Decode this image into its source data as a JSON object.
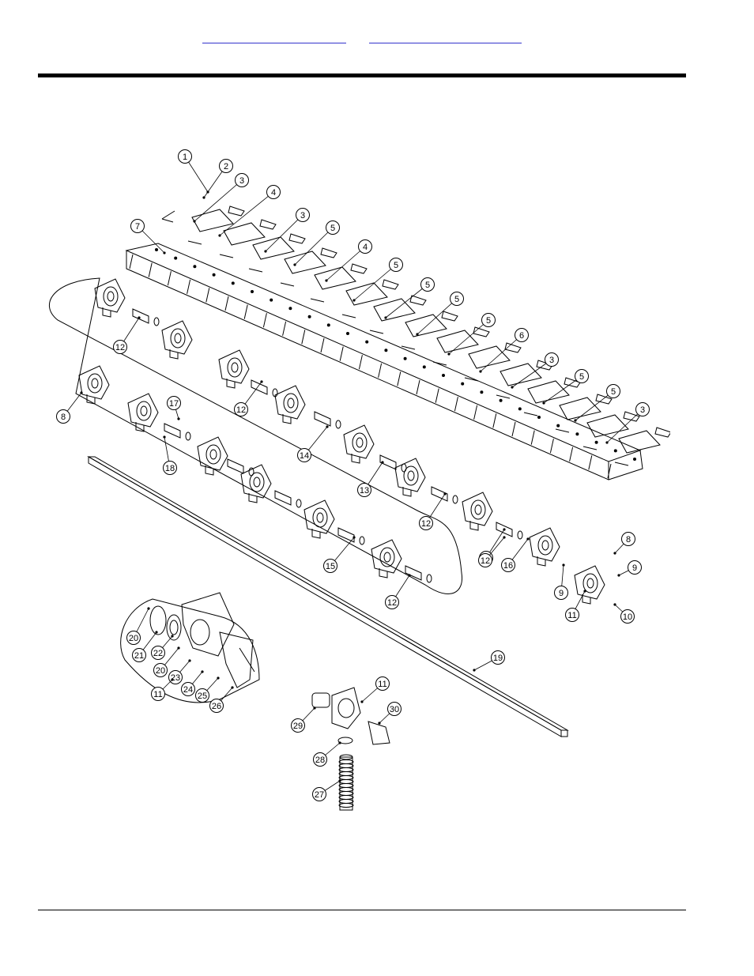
{
  "header": {
    "links": [
      {
        "label": ""
      },
      {
        "label": ""
      }
    ]
  },
  "diagram": {
    "callouts": [
      {
        "num": "1"
      },
      {
        "num": "2"
      },
      {
        "num": "3"
      },
      {
        "num": "4"
      },
      {
        "num": "3"
      },
      {
        "num": "5"
      },
      {
        "num": "4"
      },
      {
        "num": "5"
      },
      {
        "num": "5"
      },
      {
        "num": "5"
      },
      {
        "num": "5"
      },
      {
        "num": "6"
      },
      {
        "num": "3"
      },
      {
        "num": "5"
      },
      {
        "num": "5"
      },
      {
        "num": "3"
      },
      {
        "num": "7"
      },
      {
        "num": "12"
      },
      {
        "num": "12"
      },
      {
        "num": "8"
      },
      {
        "num": "17"
      },
      {
        "num": "18"
      },
      {
        "num": "14"
      },
      {
        "num": "13"
      },
      {
        "num": "12"
      },
      {
        "num": "12"
      },
      {
        "num": "15"
      },
      {
        "num": "12"
      },
      {
        "num": "12"
      },
      {
        "num": "16"
      },
      {
        "num": "9"
      },
      {
        "num": "8"
      },
      {
        "num": "9"
      },
      {
        "num": "11"
      },
      {
        "num": "10"
      },
      {
        "num": "19"
      },
      {
        "num": "20"
      },
      {
        "num": "21"
      },
      {
        "num": "22"
      },
      {
        "num": "20"
      },
      {
        "num": "23"
      },
      {
        "num": "24"
      },
      {
        "num": "11"
      },
      {
        "num": "25"
      },
      {
        "num": "26"
      },
      {
        "num": "11"
      },
      {
        "num": "29"
      },
      {
        "num": "30"
      },
      {
        "num": "28"
      },
      {
        "num": "27"
      }
    ]
  }
}
